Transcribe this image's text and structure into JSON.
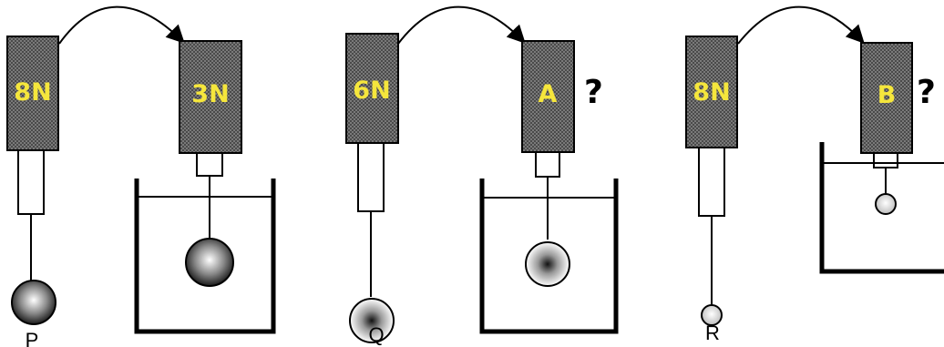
{
  "experiments": [
    {
      "id": "P",
      "in_air_reading": "8N",
      "in_liquid_reading": "3N",
      "ball_label": "P",
      "question_mark": "",
      "ball_style": "dark"
    },
    {
      "id": "Q",
      "in_air_reading": "6N",
      "in_liquid_reading": "A",
      "ball_label": "Q",
      "question_mark": "?",
      "ball_style": "light"
    },
    {
      "id": "R",
      "in_air_reading": "8N",
      "in_liquid_reading": "B",
      "ball_label": "R",
      "question_mark": "?",
      "ball_style": "small"
    }
  ],
  "colors": {
    "meter_fill": "#6f6f6f",
    "label_color": "#f5e63c",
    "line": "#000000"
  }
}
